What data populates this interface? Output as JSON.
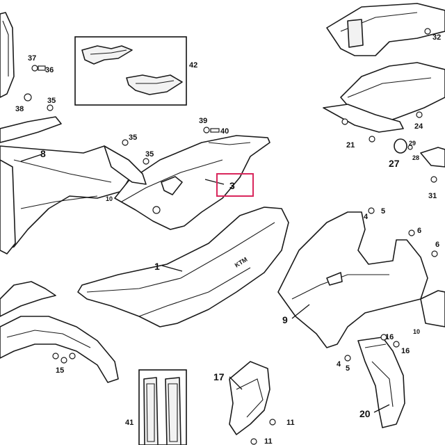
{
  "diagram": {
    "labels": {
      "l1": "1",
      "l3": "3",
      "l4a": "4",
      "l4b": "4",
      "l5a": "5",
      "l5b": "5",
      "l6a": "6",
      "l6b": "6",
      "l8": "8",
      "l9": "9",
      "l10a": "10",
      "l10b": "10",
      "l11a": "11",
      "l11b": "11",
      "l15": "15",
      "l16a": "16",
      "l16b": "16",
      "l17": "17",
      "l20": "20",
      "l21": "21",
      "l24": "24",
      "l27": "27",
      "l28": "28",
      "l29": "29",
      "l31": "31",
      "l32": "32",
      "l35a": "35",
      "l35b": "35",
      "l35c": "35",
      "l36": "36",
      "l37": "37",
      "l38": "38",
      "l39": "39",
      "l40": "40",
      "l41": "41",
      "l42": "42"
    },
    "highlight": {
      "color": "#d9265c"
    },
    "seat_logo": "KTM"
  }
}
